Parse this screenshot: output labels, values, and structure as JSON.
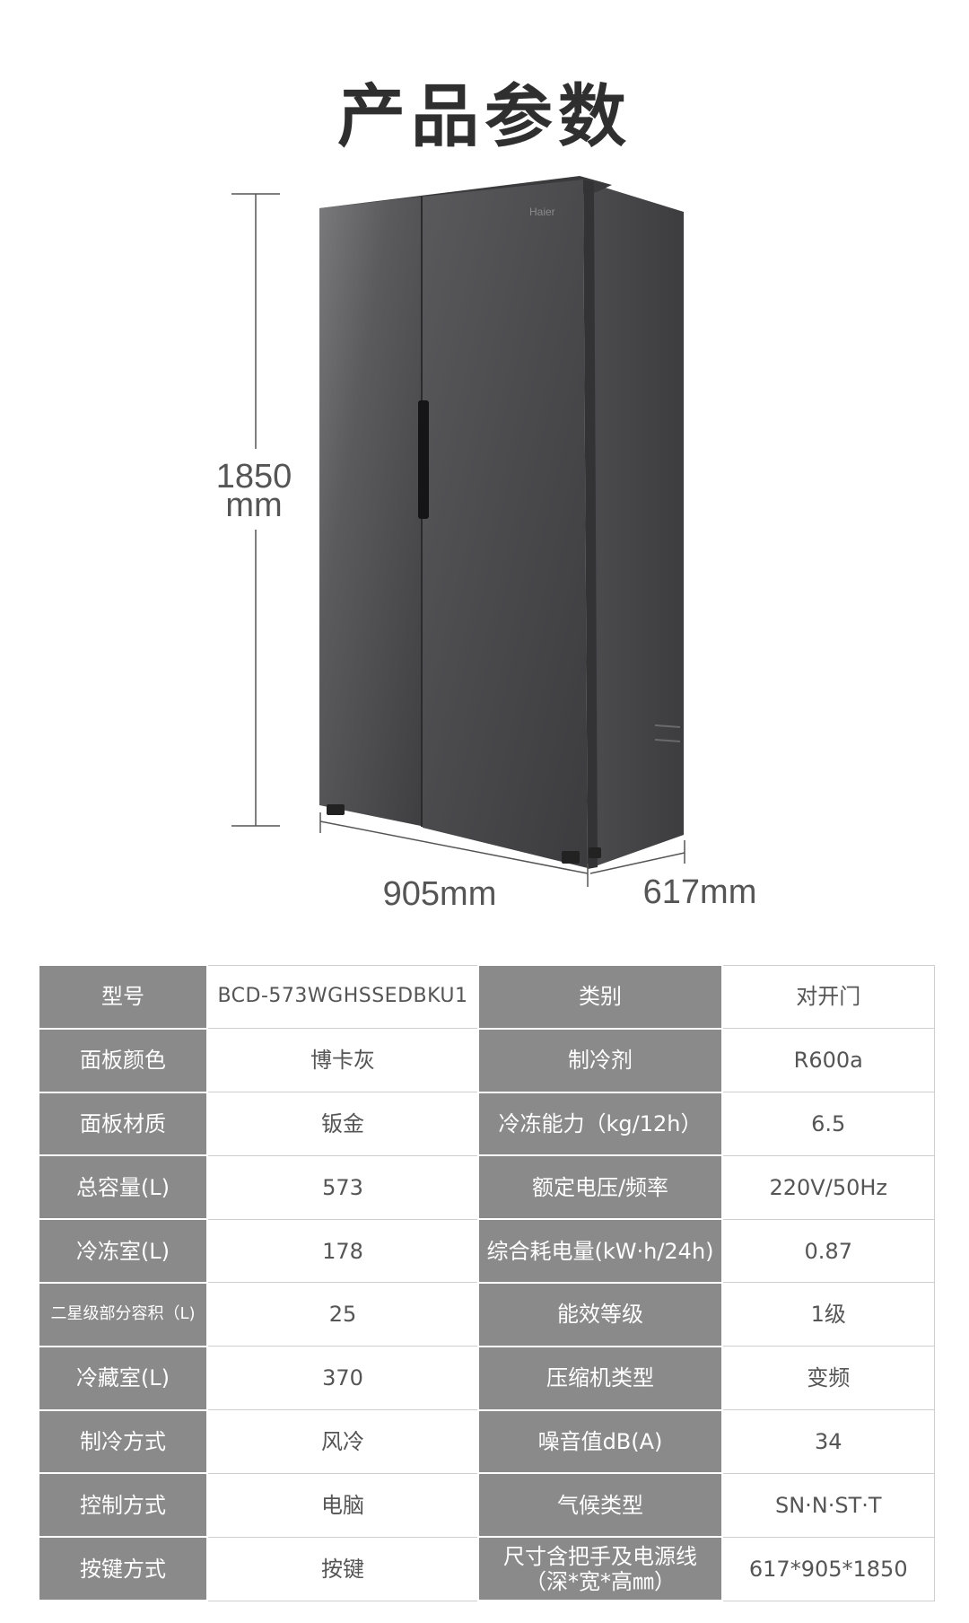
{
  "title": "产品参数",
  "brand_mark": "Haier",
  "dimensions": {
    "height": {
      "value": "1850",
      "unit": "mm"
    },
    "width": "905mm",
    "depth": "617mm"
  },
  "colors": {
    "label_bg": "#8a8a8a",
    "fridge_body": "#4a4a4c"
  },
  "specs": [
    {
      "label": "型号",
      "value": "BCD-573WGHSSEDBKU1",
      "label2": "类别",
      "value2": "对开门"
    },
    {
      "label": "面板颜色",
      "value": "博卡灰",
      "label2": "制冷剂",
      "value2": "R600a"
    },
    {
      "label": "面板材质",
      "value": "钣金",
      "label2": "冷冻能力（kg/12h）",
      "value2": "6.5"
    },
    {
      "label": "总容量(L)",
      "value": "573",
      "label2": "额定电压/频率",
      "value2": "220V/50Hz"
    },
    {
      "label": "冷冻室(L)",
      "value": "178",
      "label2": "综合耗电量(kW·h/24h)",
      "value2": "0.87"
    },
    {
      "label": "二星级部分容积（L)",
      "value": "25",
      "label2": "能效等级",
      "value2": "1级"
    },
    {
      "label": "冷藏室(L)",
      "value": "370",
      "label2": "压缩机类型",
      "value2": "变频"
    },
    {
      "label": "制冷方式",
      "value": "风冷",
      "label2": "噪音值dB(A)",
      "value2": "34"
    },
    {
      "label": "控制方式",
      "value": "电脑",
      "label2": "气候类型",
      "value2": "SN·N·ST·T"
    },
    {
      "label": "按键方式",
      "value": "按键",
      "label2_line1": "尺寸含把手及电源线",
      "label2_line2": "（深*宽*高㎜）",
      "value2": "617*905*1850"
    }
  ]
}
